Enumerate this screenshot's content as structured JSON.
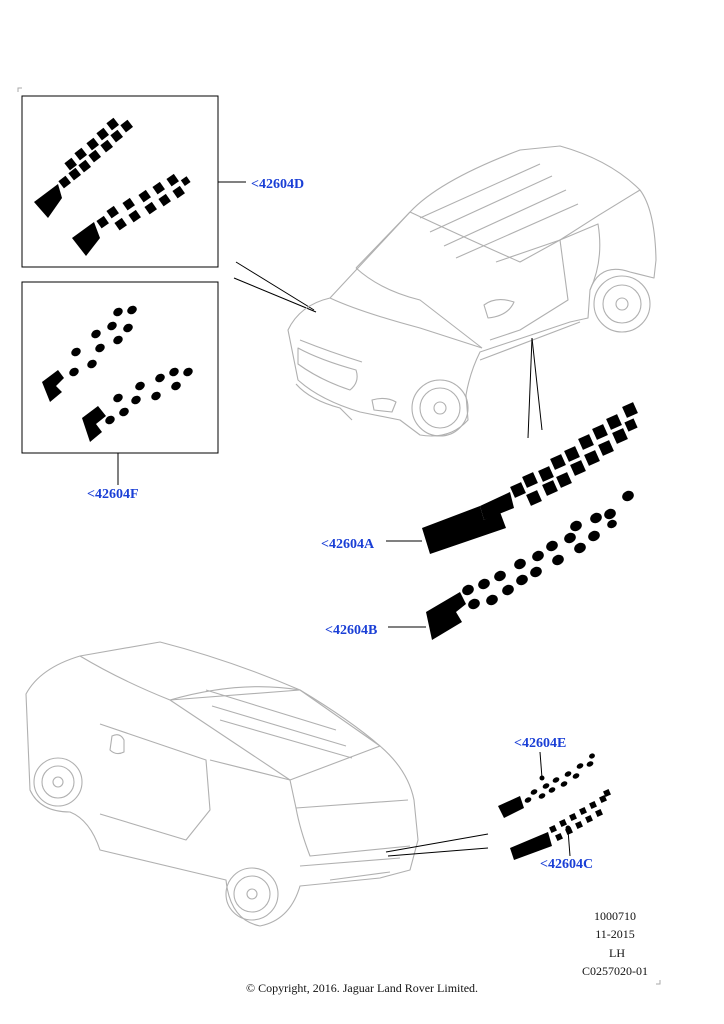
{
  "callouts": {
    "d": "<42604D",
    "f": "<42604F",
    "a": "<42604A",
    "b": "<42604B",
    "e": "<42604E",
    "c": "<42604C"
  },
  "figure_info": {
    "number": "1000710",
    "date": "11-2015",
    "side": "LH",
    "code": "C0257020-01"
  },
  "copyright": "© Copyright, 2016. Jaguar Land Rover Limited.",
  "colors": {
    "callout": "#1a3fd6",
    "line": "#9a9a9a",
    "decal": "#000000"
  }
}
